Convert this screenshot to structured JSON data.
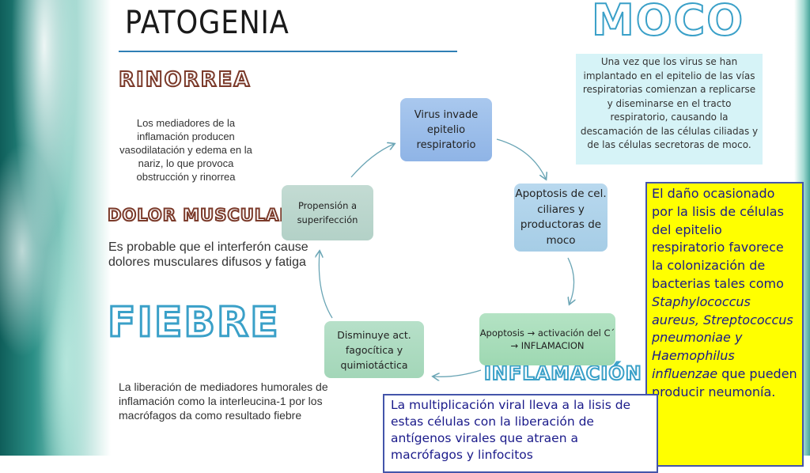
{
  "title": "PATOGENIA",
  "sections": {
    "moco": "MOCO",
    "rinorrea": "RINORREA",
    "dolor": "DOLOR MUSCULAR",
    "fiebre": "FIEBRE",
    "inflamacion": "INFLAMACIÓN"
  },
  "texts": {
    "rinorrea": "Los mediadores de la inflamación producen vasodilatación y edema en la nariz, lo que provoca obstrucción y rinorrea",
    "dolor": "Es probable que el interferón cause dolores musculares difusos y fatiga",
    "fiebre": " La liberación de mediadores humorales de inflamación como la interleucina-1 por los macrófagos da como resultado fiebre",
    "moco": "Una vez que los virus se han implantado en el epitelio de las vías respiratorias comienzan a replicarse y diseminarse en el tracto respiratorio, causando la descamación de las células ciliadas y de las células secretoras de moco.",
    "yellow_part1": "El daño ocasionado por la lisis de células del epitelio respiratorio favorece la colonización de bacterias tales como ",
    "yellow_species": "Staphylococcus aureus, Streptococcus pneumoniae y Haemophilus influenzae",
    "yellow_part2": " que pueden producir neumonía.",
    "bottom": "La multiplicación viral lleva a la lisis de estas células con la liberación de antígenos virales que atraen a macrófagos y linfocitos"
  },
  "cycle": {
    "node1": "Virus invade epitelio respiratorio",
    "node2": "Apoptosis de cel. ciliares y productoras de moco",
    "node3": "Apoptosis → activación del C´ → INFLAMACION",
    "node4": "Disminuye act. fagocítica y quimiotáctica",
    "node5": "Propensión a superifección"
  },
  "colors": {
    "accent_outline": "#3aa0c8",
    "title_line": "#2f7fb5",
    "highlight": "#ffff00",
    "box_border": "#4455aa",
    "arrow": "#6aa5b5"
  }
}
